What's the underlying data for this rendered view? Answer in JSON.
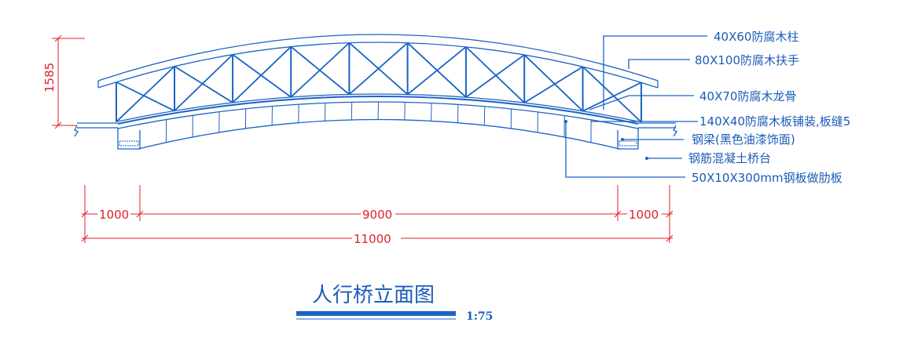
{
  "labels": {
    "column": "40X60防腐木柱",
    "handrail": "80X100防腐木扶手",
    "keel": "40X70防腐木龙骨",
    "deck": "140X40防腐木板铺装,板缝5",
    "beam": "钢梁(黑色油漆饰面)",
    "abutment": "钢筋混凝土桥台",
    "rib": "50X10X300mm钢板做肋板"
  },
  "dimensions": {
    "height": "1585",
    "left_span": "1000",
    "mid_span": "9000",
    "right_span": "1000",
    "total": "11000"
  },
  "title": "人行桥立面图",
  "scale": "1:75",
  "colors": {
    "structure": "#1a63c6",
    "dimension": "#e2202a"
  }
}
